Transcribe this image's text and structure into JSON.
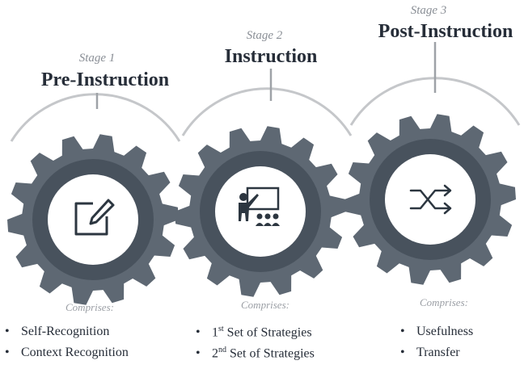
{
  "stages": [
    {
      "label": "Stage 1",
      "title": "Pre-Instruction",
      "comprises": "Comprises:",
      "icon": "edit-icon",
      "items": [
        {
          "text": "Self-Recognition"
        },
        {
          "text": "Context Recognition"
        }
      ]
    },
    {
      "label": "Stage 2",
      "title": "Instruction",
      "comprises": "Comprises:",
      "icon": "teacher-presentation-icon",
      "items": [
        {
          "ordinal": "1",
          "sup": "st",
          "rest": " Set of Strategies"
        },
        {
          "ordinal": "2",
          "sup": "nd",
          "rest": " Set of Strategies"
        }
      ]
    },
    {
      "label": "Stage 3",
      "title": "Post-Instruction",
      "comprises": "Comprises:",
      "icon": "shuffle-icon",
      "items": [
        {
          "text": "Usefulness"
        },
        {
          "text": "Transfer"
        }
      ]
    }
  ],
  "colors": {
    "gear": "#5e6873",
    "gear_ring": "#48525d",
    "arc": "#c5c7ca",
    "connector": "#9ea2a7",
    "icon": "#2c3640"
  },
  "bullet": "•"
}
